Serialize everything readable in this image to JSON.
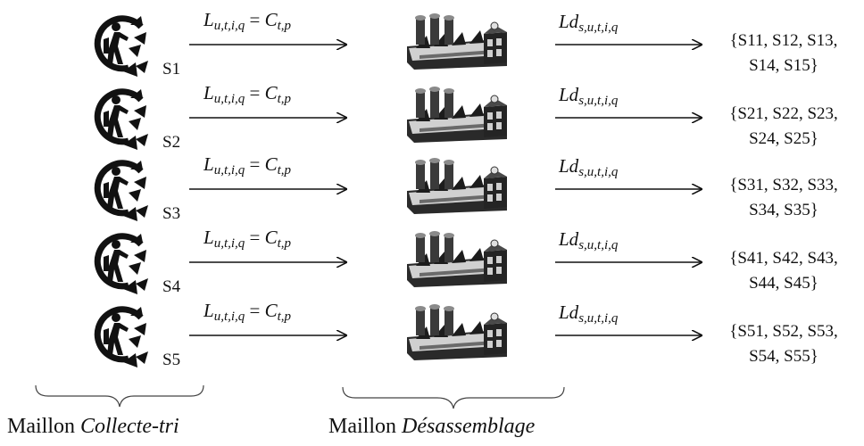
{
  "rows": [
    {
      "source_label": "S1",
      "collect_formula": {
        "lhs": "L",
        "lhs_sub": "u,t,i,q",
        "rhs": "C",
        "rhs_sub": "t,p"
      },
      "ship_formula": {
        "main": "Ld",
        "sub": "s,u,t,i,q"
      },
      "outputs_line1": "{S11, S12, S13,",
      "outputs_line2": "S14, S15}"
    },
    {
      "source_label": "S2",
      "collect_formula": {
        "lhs": "L",
        "lhs_sub": "u,t,i,q",
        "rhs": "C",
        "rhs_sub": "t,p"
      },
      "ship_formula": {
        "main": "Ld",
        "sub": "s,u,t,i,q"
      },
      "outputs_line1": "{S21, S22, S23,",
      "outputs_line2": "S24, S25}"
    },
    {
      "source_label": "S3",
      "collect_formula": {
        "lhs": "L",
        "lhs_sub": "u,t,i,q",
        "rhs": "C",
        "rhs_sub": "t,p"
      },
      "ship_formula": {
        "main": "Ld",
        "sub": "s,u,t,i,q"
      },
      "outputs_line1": "{S31, S32, S33,",
      "outputs_line2": "S34, S35}"
    },
    {
      "source_label": "S4",
      "collect_formula": {
        "lhs": "L",
        "lhs_sub": "u,t,i,q",
        "rhs": "C",
        "rhs_sub": "t,p"
      },
      "ship_formula": {
        "main": "Ld",
        "sub": "s,u,t,i,q"
      },
      "outputs_line1": "{S41, S42, S43,",
      "outputs_line2": "S44, S45}"
    },
    {
      "source_label": "S5",
      "collect_formula": {
        "lhs": "L",
        "lhs_sub": "u,t,i,q",
        "rhs": "C",
        "rhs_sub": "t,p"
      },
      "ship_formula": {
        "main": "Ld",
        "sub": "s,u,t,i,q"
      },
      "outputs_line1": "{S51, S52, S53,",
      "outputs_line2": "S54, S55}"
    }
  ],
  "captions": {
    "collect": {
      "prefix": "Maillon",
      "emph": "Collecte-tri"
    },
    "disassembly": {
      "prefix": "Maillon",
      "emph": "Désassemblage"
    }
  },
  "icons": {
    "collection": "recycling-person-icon",
    "factory": "factory-icon"
  },
  "colors": {
    "ink": "#111111",
    "factory_dark": "#1c1c1c",
    "factory_mid": "#6a6a6a",
    "factory_light": "#d8d8d8"
  }
}
